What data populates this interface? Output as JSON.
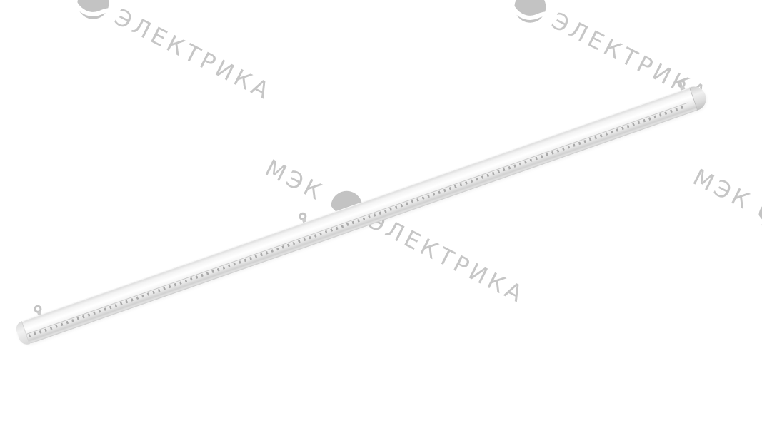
{
  "watermark": {
    "brand_mek": "МЭК",
    "brand_elektrika": "ЭЛЕКТРИКА",
    "logo": "mek-elektrika-logo",
    "instances_visible": 4
  },
  "product_photo": {
    "subject": "linear-led-luminaire",
    "features": [
      "aluminum-tube-body",
      "led-dot-strip",
      "end-caps"
    ],
    "mounting_hook_count": 3
  },
  "colors": {
    "page-bg": "#ffffff",
    "watermark-text": "#c6c6c6",
    "watermark-logo": "#c3c3c3",
    "tube-light": "#f4f4f4",
    "tube-shadow": "#c9c9c9",
    "led-dot": "#a9a9a9",
    "hook": "#c4c4c4"
  }
}
